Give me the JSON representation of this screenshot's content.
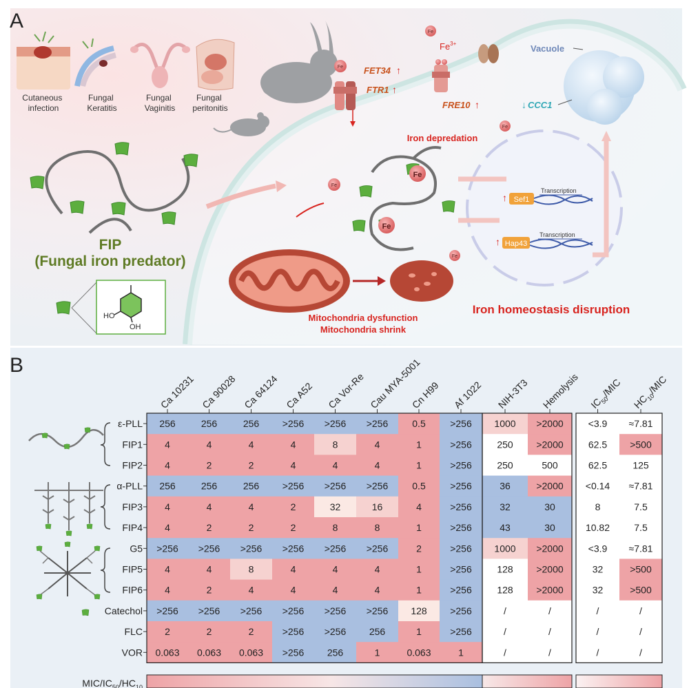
{
  "panel_a": {
    "label": "A",
    "infections": [
      "Cutaneous infection",
      "Fungal Keratitis",
      "Fungal Vaginitis",
      "Fungal peritonitis"
    ],
    "fip_title": "FIP",
    "fip_subtitle": "(Fungal iron predator)",
    "ho": "HO",
    "oh": "OH",
    "fe": "Fe",
    "fe3": "Fe",
    "fe3_sup": "3+",
    "fet34": "FET34",
    "ftr1": "FTR1",
    "fre10": "FRE10",
    "vacuole": "Vacuole",
    "ccc1": "CCC1",
    "iron_depredation": "Iron depredation",
    "sef1": "Sef1",
    "hap43": "Hap43",
    "transcription": "Transcription",
    "mito_dysfunction": "Mitochondria dysfunction",
    "mito_shrink": "Mitochondria shrink",
    "iron_homeostasis": "Iron homeostasis disruption"
  },
  "panel_b": {
    "label": "B",
    "columns": [
      "Ca 10231",
      "Ca 90028",
      "Ca 64124",
      "Ca A52",
      "Ca Vor-Re",
      "Cau MYA-5001",
      "Cn H99",
      "Af 1022",
      "NIH-3T3",
      "Hemolysis",
      "IC50/MIC",
      "HC10/MIC"
    ],
    "rows": [
      {
        "name": "ε-PLL",
        "values": [
          "256",
          "256",
          "256",
          ">256",
          ">256",
          ">256",
          "0.5",
          ">256",
          "1000",
          ">2000",
          "<3.9",
          "≈7.81"
        ]
      },
      {
        "name": "FIP1",
        "values": [
          "4",
          "4",
          "4",
          "4",
          "8",
          "4",
          "1",
          ">256",
          "250",
          ">2000",
          "62.5",
          ">500"
        ]
      },
      {
        "name": "FIP2",
        "values": [
          "4",
          "2",
          "2",
          "4",
          "4",
          "4",
          "1",
          ">256",
          "250",
          "500",
          "62.5",
          "125"
        ]
      },
      {
        "name": "α-PLL",
        "values": [
          "256",
          "256",
          "256",
          ">256",
          ">256",
          ">256",
          "0.5",
          ">256",
          "36",
          ">2000",
          "<0.14",
          "≈7.81"
        ]
      },
      {
        "name": "FIP3",
        "values": [
          "4",
          "4",
          "4",
          "2",
          "32",
          "16",
          "4",
          ">256",
          "32",
          "30",
          "8",
          "7.5"
        ]
      },
      {
        "name": "FIP4",
        "values": [
          "4",
          "2",
          "2",
          "2",
          "8",
          "8",
          "1",
          ">256",
          "43",
          "30",
          "10.82",
          "7.5"
        ]
      },
      {
        "name": "G5",
        "values": [
          ">256",
          ">256",
          ">256",
          ">256",
          ">256",
          ">256",
          "2",
          ">256",
          "1000",
          ">2000",
          "<3.9",
          "≈7.81"
        ]
      },
      {
        "name": "FIP5",
        "values": [
          "4",
          "4",
          "8",
          "4",
          "4",
          "4",
          "1",
          ">256",
          "128",
          ">2000",
          "32",
          ">500"
        ]
      },
      {
        "name": "FIP6",
        "values": [
          "4",
          "2",
          "4",
          "4",
          "4",
          "4",
          "1",
          ">256",
          "128",
          ">2000",
          "32",
          ">500"
        ]
      },
      {
        "name": "Catechol",
        "values": [
          ">256",
          ">256",
          ">256",
          ">256",
          ">256",
          ">256",
          "128",
          ">256",
          "/",
          "/",
          "/",
          "/"
        ]
      },
      {
        "name": "FLC",
        "values": [
          "2",
          "2",
          "2",
          ">256",
          ">256",
          "256",
          "1",
          ">256",
          "/",
          "/",
          "/",
          "/"
        ]
      },
      {
        "name": "VOR",
        "values": [
          "0.063",
          "0.063",
          "0.063",
          ">256",
          "256",
          "1",
          "0.063",
          "1",
          "/",
          "/",
          "/",
          "/"
        ]
      }
    ],
    "colors": [
      [
        "b",
        "b",
        "b",
        "b",
        "b",
        "b",
        "p",
        "b",
        "lp",
        "p",
        "w",
        "w"
      ],
      [
        "p",
        "p",
        "p",
        "p",
        "lp",
        "p",
        "p",
        "b",
        "w",
        "p",
        "w",
        "p"
      ],
      [
        "p",
        "p",
        "p",
        "p",
        "p",
        "p",
        "p",
        "b",
        "w",
        "w",
        "w",
        "w"
      ],
      [
        "b",
        "b",
        "b",
        "b",
        "b",
        "b",
        "p",
        "b",
        "b",
        "p",
        "w",
        "w"
      ],
      [
        "p",
        "p",
        "p",
        "p",
        "vl",
        "lp",
        "p",
        "b",
        "b",
        "b",
        "w",
        "w"
      ],
      [
        "p",
        "p",
        "p",
        "p",
        "p",
        "p",
        "p",
        "b",
        "b",
        "b",
        "w",
        "w"
      ],
      [
        "b",
        "b",
        "b",
        "b",
        "b",
        "b",
        "p",
        "b",
        "lp",
        "p",
        "w",
        "w"
      ],
      [
        "p",
        "p",
        "lp",
        "p",
        "p",
        "p",
        "p",
        "b",
        "w",
        "p",
        "w",
        "p"
      ],
      [
        "p",
        "p",
        "p",
        "p",
        "p",
        "p",
        "p",
        "b",
        "w",
        "p",
        "w",
        "p"
      ],
      [
        "b",
        "b",
        "b",
        "b",
        "b",
        "b",
        "vl",
        "b",
        "w",
        "w",
        "w",
        "w"
      ],
      [
        "p",
        "p",
        "p",
        "b",
        "b",
        "b",
        "p",
        "b",
        "w",
        "w",
        "w",
        "w"
      ],
      [
        "p",
        "p",
        "p",
        "b",
        "b",
        "p",
        "p",
        "p",
        "w",
        "w",
        "w",
        "w"
      ]
    ],
    "legend_label": "MIC/IC",
    "legend_sub1": "50",
    "legend_mid": "/HC",
    "legend_sub2": "10"
  },
  "palette": {
    "pink": "#eea3a6",
    "light_pink": "#f6d2d0",
    "very_light": "#fbe9e4",
    "blue": "#a9bfe0",
    "white": "#ffffff",
    "green": "#5cae3e",
    "red_text": "#d8241f",
    "olive_text": "#5f7b25"
  }
}
